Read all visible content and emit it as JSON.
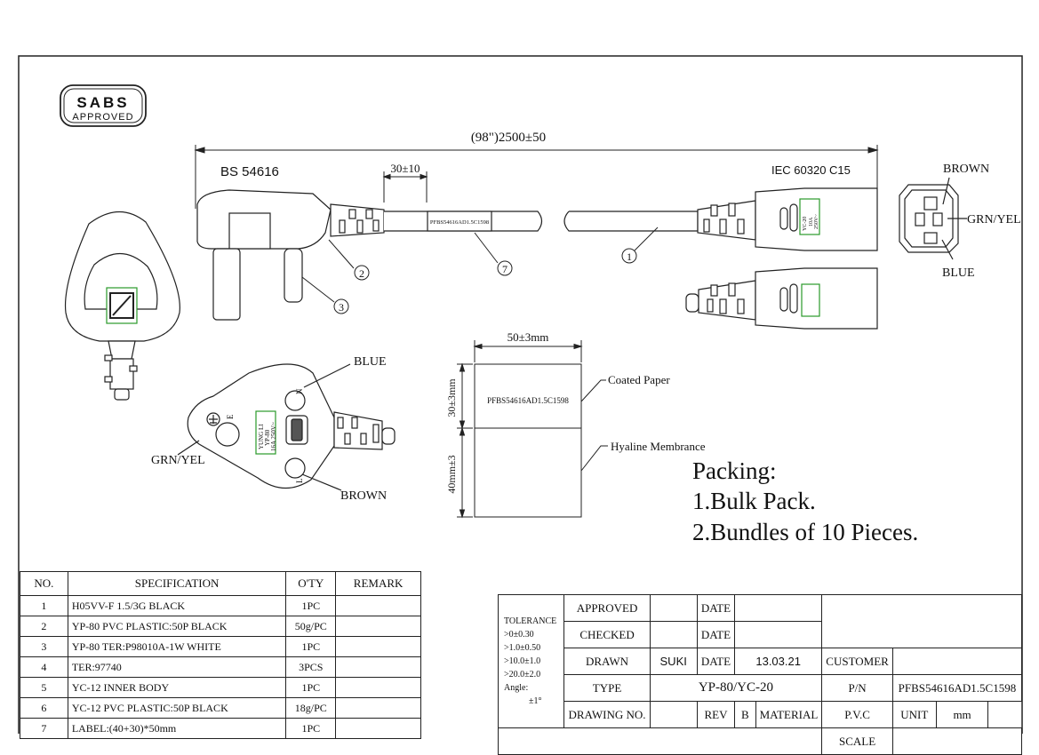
{
  "logo": {
    "brand": "SABS",
    "text": "APPROVED"
  },
  "dimensions": {
    "overall_length": "(98\")2500±50",
    "strip_length": "30±10",
    "label_width": "50±3mm",
    "label_height_paper": "30±3mm",
    "label_height_membrane": "40mm±3"
  },
  "plug_standard": "BS 54616",
  "connector_standard": "IEC 60320 C15",
  "cord_marking": "PFBS54616AD1.5C1598",
  "label_text": "PFBS54616AD1.5C1598",
  "plug_face_text": [
    "YUNG LI",
    "YP-80",
    "16A 250V~"
  ],
  "connector_face_text": [
    "YC-20",
    "10A",
    "250V~"
  ],
  "balloons": [
    "1",
    "2",
    "3",
    "7"
  ],
  "pin_letters": {
    "earth": "E",
    "neutral": "N",
    "live": "L"
  },
  "wire_labels": {
    "brown": "BROWN",
    "grn_yel": "GRN/YEL",
    "blue": "BLUE"
  },
  "label_callouts": {
    "paper": "Coated Paper",
    "membrane": "Hyaline Membrance"
  },
  "packing": {
    "title": "Packing:",
    "lines": [
      "1.Bulk Pack.",
      "2.Bundles of 10 Pieces."
    ]
  },
  "bom": {
    "headers": [
      "NO.",
      "SPECIFICATION",
      "O'TY",
      "REMARK"
    ],
    "rows": [
      {
        "no": "1",
        "spec": "H05VV-F 1.5/3G BLACK",
        "qty": "1PC",
        "remark": ""
      },
      {
        "no": "2",
        "spec": "YP-80 PVC PLASTIC:50P BLACK",
        "qty": "50g/PC",
        "remark": ""
      },
      {
        "no": "3",
        "spec": "YP-80 TER:P98010A-1W WHITE",
        "qty": "1PC",
        "remark": ""
      },
      {
        "no": "4",
        "spec": "TER:97740",
        "qty": "3PCS",
        "remark": ""
      },
      {
        "no": "5",
        "spec": "YC-12 INNER BODY",
        "qty": "1PC",
        "remark": ""
      },
      {
        "no": "6",
        "spec": "YC-12 PVC PLASTIC:50P BLACK",
        "qty": "18g/PC",
        "remark": ""
      },
      {
        "no": "7",
        "spec": "LABEL:(40+30)*50mm",
        "qty": "1PC",
        "remark": ""
      }
    ]
  },
  "title_block": {
    "tolerance": [
      "TOLERANCE",
      ">0±0.30",
      ">1.0±0.50",
      ">10.0±1.0",
      ">20.0±2.0",
      "Angle:",
      "±1°"
    ],
    "approved_label": "APPROVED",
    "checked_label": "CHECKED",
    "drawn_label": "DRAWN",
    "drawn_by": "SUKI",
    "date_label": "DATE",
    "drawn_date": "13.03.21",
    "type_label": "TYPE",
    "type_value": "YP-80/YC-20",
    "drawing_no_label": "DRAWING NO.",
    "rev_label": "REV",
    "rev_value": "B",
    "customer_label": "CUSTOMER",
    "pn_label": "P/N",
    "pn_value": "PFBS54616AD1.5C1598",
    "material_label": "MATERIAL",
    "material_value": "P.V.C",
    "unit_label": "UNIT",
    "unit_value": "mm",
    "scale_label": "SCALE"
  }
}
